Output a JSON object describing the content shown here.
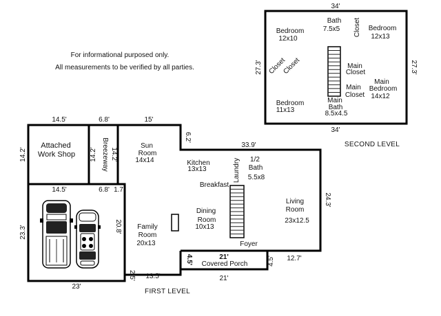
{
  "notes": {
    "line1": "For informational purposed only.",
    "line2": "All measurements to be verified by all parties."
  },
  "second_level": {
    "title": "SECOND LEVEL",
    "dim_top": "34'",
    "dim_bottom": "34'",
    "dim_left": "27.3'",
    "dim_right": "27.3'",
    "rooms": {
      "bedroom_nw": {
        "name": "Bedroom",
        "size": "12x10"
      },
      "bath": {
        "name": "Bath",
        "size": "7.5x5"
      },
      "closet_top": "Closet",
      "bedroom_ne": {
        "name": "Bedroom",
        "size": "12x13"
      },
      "closet_left_1": "Closet",
      "closet_left_2": "Closet",
      "main_closet_1": {
        "line1": "Main",
        "line2": "Closet"
      },
      "main_closet_2": {
        "line1": "Main",
        "line2": "Closet"
      },
      "main_bedroom": {
        "line1": "Main",
        "line2": "Bedroom",
        "size": "14x12"
      },
      "bedroom_sw": {
        "name": "Bedroom",
        "size": "11x13"
      },
      "main_bath": {
        "line1": "Main",
        "line2": "Bath",
        "size": "8.5x4.5"
      }
    }
  },
  "first_level": {
    "title": "FIRST LEVEL",
    "dims": {
      "workshop_top": "14.5'",
      "breezeway_top": "6.8'",
      "sunroom_top": "15'",
      "step_62": "6.2'",
      "kitchen_top": "33.9'",
      "workshop_left": "14.2'",
      "breezeway_left": "14.2'",
      "breezeway_right": "14.2'",
      "garage_top": "14.5'",
      "garage_mid": "6.8'",
      "garage_small": "1.7'",
      "garage_left": "23.3'",
      "garage_bottom": "23'",
      "garage_right": "20.8'",
      "step_25": "2.5'",
      "family_bottom": "13.5'",
      "living_right": "24.3'",
      "porch_left": "4.5'",
      "porch_top": "21'",
      "porch_right": "4.5'",
      "porch_bottom": "21'",
      "living_bottom": "12.7'"
    },
    "rooms": {
      "workshop": {
        "line1": "Attached",
        "line2": "Work Shop"
      },
      "breezeway": "Breezeway",
      "sunroom": {
        "line1": "Sun",
        "line2": "Room",
        "size": "14x14"
      },
      "kitchen": {
        "name": "Kitchen",
        "size": "13x13"
      },
      "laundry": "Laundry",
      "half_bath": {
        "line1": "1/2",
        "line2": "Bath",
        "size": "5.5x8"
      },
      "breakfast": "Breakfast",
      "dining": {
        "line1": "Dining",
        "line2": "Room",
        "size": "10x13"
      },
      "living": {
        "line1": "Living",
        "line2": "Room",
        "size": "23x12.5"
      },
      "family": {
        "line1": "Family",
        "line2": "Room",
        "size": "20x13"
      },
      "foyer": "Foyer",
      "porch": "Covered Porch"
    }
  }
}
